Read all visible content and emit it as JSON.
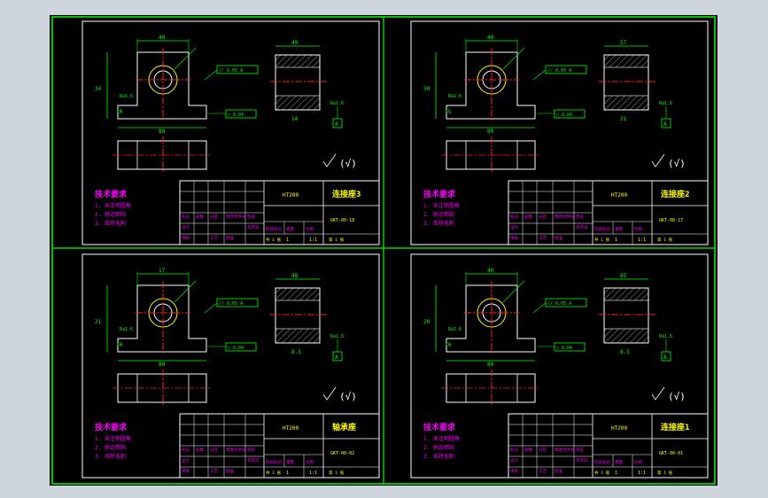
{
  "colors": {
    "background": "#000000",
    "frame": "#00ff00",
    "dim": "#00ff00",
    "section": "#ff2020",
    "outline": "#ffffff",
    "notes": "#ff00ff",
    "title": "#ffff00",
    "yellow": "#ffff00"
  },
  "sheets": [
    {
      "id": "tl",
      "dims": {
        "w_top": "40",
        "w_bot": "80",
        "h": "34",
        "inner": "10",
        "d2": "14",
        "side": "49"
      },
      "callouts": {
        "ra": "Ra1.6",
        "ra2": "Ra1.6",
        "fc_top": "// 0.05 A",
        "fc_bot": "□ 0.04",
        "datum": "A"
      },
      "roughness": "(√)",
      "notes": {
        "title": "技术要求",
        "l1": "1. 未注明圆角",
        "l2": "2. 锐边倒钝",
        "l3": "3. 去除毛刺"
      },
      "titleblock": {
        "material": "HT200",
        "name": "连接座3",
        "drawing_no": "GKT-00-18",
        "scale": "1:1",
        "qty": "1",
        "sheets": "共 1 张",
        "sheet": "第 1 张",
        "c1": "标记",
        "c2": "处数",
        "c3": "分区",
        "c4": "更改文件号",
        "c5": "签名",
        "c6": "年月日",
        "c7": "设计",
        "c8": "审核",
        "c9": "工艺",
        "c10": "阶段标记",
        "c11": "重量",
        "c12": "比例",
        "c13": "批准"
      }
    },
    {
      "id": "tr",
      "dims": {
        "w_top": "40",
        "w_bot": "80",
        "h": "30",
        "inner": "15",
        "d2": "21",
        "side": "57"
      },
      "callouts": {
        "ra": "Ra1.6",
        "ra2": "Ra1.6",
        "fc_top": "// 0.05 A",
        "fc_bot": "□ 0.04",
        "datum": "A"
      },
      "roughness": "(√)",
      "notes": {
        "title": "技术要求",
        "l1": "1. 未注明圆角",
        "l2": "2. 锐边倒钝",
        "l3": "3. 去除毛刺"
      },
      "titleblock": {
        "material": "HT200",
        "name": "连接座2",
        "drawing_no": "GKT-00-17",
        "scale": "1:1",
        "qty": "1",
        "sheets": "共 1 张",
        "sheet": "第 1 张",
        "c1": "标记",
        "c2": "处数",
        "c3": "分区",
        "c4": "更改文件号",
        "c5": "签名",
        "c6": "年月日",
        "c7": "设计",
        "c8": "审核",
        "c9": "工艺",
        "c10": "阶段标记",
        "c11": "重量",
        "c12": "比例",
        "c13": "批准"
      }
    },
    {
      "id": "bl",
      "dims": {
        "w_top": "17",
        "w_bot": "80",
        "h": "21",
        "inner": "10",
        "d2": "8.5",
        "side": "48"
      },
      "callouts": {
        "ra": "Ra1.6",
        "ra2": "Ra1.6",
        "fc_top": "// 0.05 A",
        "fc_bot": "□ 0.04",
        "datum": "A"
      },
      "roughness": "(√)",
      "notes": {
        "title": "技术要求",
        "l1": "1. 未注明圆角",
        "l2": "2. 锐边倒钝",
        "l3": "3. 去除毛刺"
      },
      "titleblock": {
        "material": "HT200",
        "name": "轴承座",
        "drawing_no": "GKT-00-02",
        "scale": "1:1",
        "qty": "1",
        "sheets": "共 1 张",
        "sheet": "第 1 张",
        "c1": "标记",
        "c2": "处数",
        "c3": "分区",
        "c4": "更改文件号",
        "c5": "签名",
        "c6": "年月日",
        "c7": "设计",
        "c8": "审核",
        "c9": "工艺",
        "c10": "阶段标记",
        "c11": "重量",
        "c12": "比例",
        "c13": "批准"
      }
    },
    {
      "id": "br",
      "dims": {
        "w_top": "40",
        "w_bot": "80",
        "h": "20",
        "inner": "10",
        "d2": "8.5",
        "side": "65"
      },
      "callouts": {
        "ra": "Ra1.6",
        "ra2": "Ra1.6",
        "fc_top": "// 0.05 A",
        "fc_bot": "□ 0.04",
        "datum": "A"
      },
      "roughness": "(√)",
      "notes": {
        "title": "技术要求",
        "l1": "1. 未注明圆角",
        "l2": "2. 锐边倒钝",
        "l3": "3. 去除毛刺"
      },
      "titleblock": {
        "material": "HT200",
        "name": "连接座1",
        "drawing_no": "GKT-00-01",
        "scale": "1:1",
        "qty": "1",
        "sheets": "共 1 张",
        "sheet": "第 1 张",
        "c1": "标记",
        "c2": "处数",
        "c3": "分区",
        "c4": "更改文件号",
        "c5": "签名",
        "c6": "年月日",
        "c7": "设计",
        "c8": "审核",
        "c9": "工艺",
        "c10": "阶段标记",
        "c11": "重量",
        "c12": "比例",
        "c13": "批准"
      }
    }
  ]
}
